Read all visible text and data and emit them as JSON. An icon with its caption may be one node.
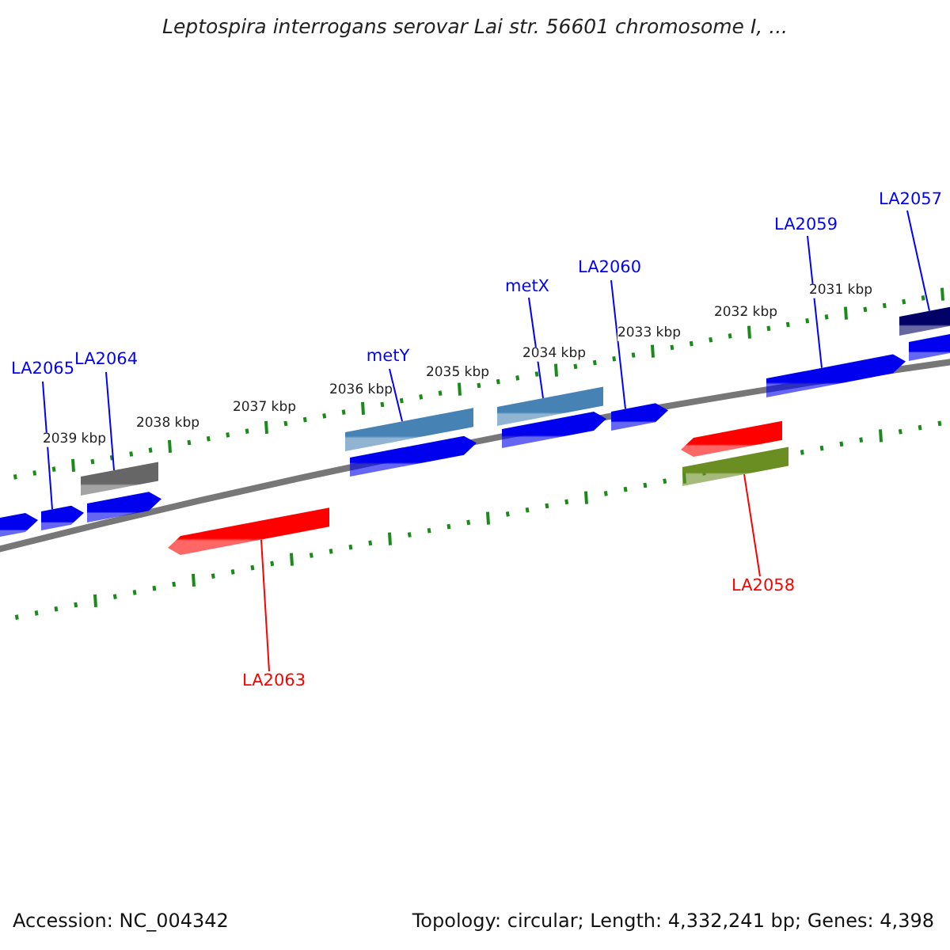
{
  "diagram": {
    "title": "Leptospira interrogans serovar Lai str. 56601 chromosome I, ...",
    "nodes": [
      {
        "text": [
          "LA2065"
        ]
      },
      {
        "text": [
          "LA2064"
        ]
      },
      {
        "text": [
          "metY"
        ]
      },
      {
        "text": [
          "metX"
        ]
      },
      {
        "text": [
          "LA2060"
        ]
      },
      {
        "text": [
          "LA2059"
        ]
      },
      {
        "text": [
          "LA2057"
        ]
      },
      {
        "text": [
          "LA2058"
        ]
      },
      {
        "text": [
          "LA2063"
        ]
      },
      {
        "text": [],
        "shape": "pentagon"
      },
      {
        "text": [],
        "shape": "pentagon"
      },
      {
        "text": [],
        "shape": "bar"
      },
      {
        "text": [],
        "shape": "pentagon"
      },
      {
        "text": [],
        "shape": "pentagon"
      },
      {
        "text": [],
        "shape": "bar"
      },
      {
        "text": [],
        "shape": "pentagon"
      },
      {
        "text": [],
        "shape": "bar"
      },
      {
        "text": [],
        "shape": "pentagon"
      },
      {
        "text": [],
        "shape": "pentagon"
      },
      {
        "text": [],
        "shape": "pentagon"
      },
      {
        "text": [],
        "shape": "bar"
      },
      {
        "text": [],
        "shape": "pentagon"
      },
      {
        "text": [],
        "shape": "bar"
      },
      {
        "text": [],
        "shape": "pentagon"
      }
    ],
    "edges": [
      {
        "from": 0,
        "to": 10,
        "arrow": "none"
      },
      {
        "from": 1,
        "to": 11,
        "arrow": "none"
      },
      {
        "from": 2,
        "to": 14,
        "arrow": "none"
      },
      {
        "from": 3,
        "to": 16,
        "arrow": "none"
      },
      {
        "from": 4,
        "to": 18,
        "arrow": "none"
      },
      {
        "from": 5,
        "to": 21,
        "arrow": "none"
      },
      {
        "from": 6,
        "to": 22,
        "arrow": "none"
      },
      {
        "from": 7,
        "to": 20,
        "arrow": "none",
        "color": "#ff0000"
      },
      {
        "from": 8,
        "to": 13,
        "arrow": "none",
        "color": "#ff0000"
      }
    ],
    "labels": [
      "2039 kbp",
      "2038 kbp",
      "2037 kbp",
      "2036 kbp",
      "2035 kbp",
      "2034 kbp",
      "2033 kbp",
      "2032 kbp",
      "2031 kbp",
      "Accession: NC_004342",
      "Topology: circular; Length: 4,332,241 bp; Genes: 4,398"
    ]
  }
}
